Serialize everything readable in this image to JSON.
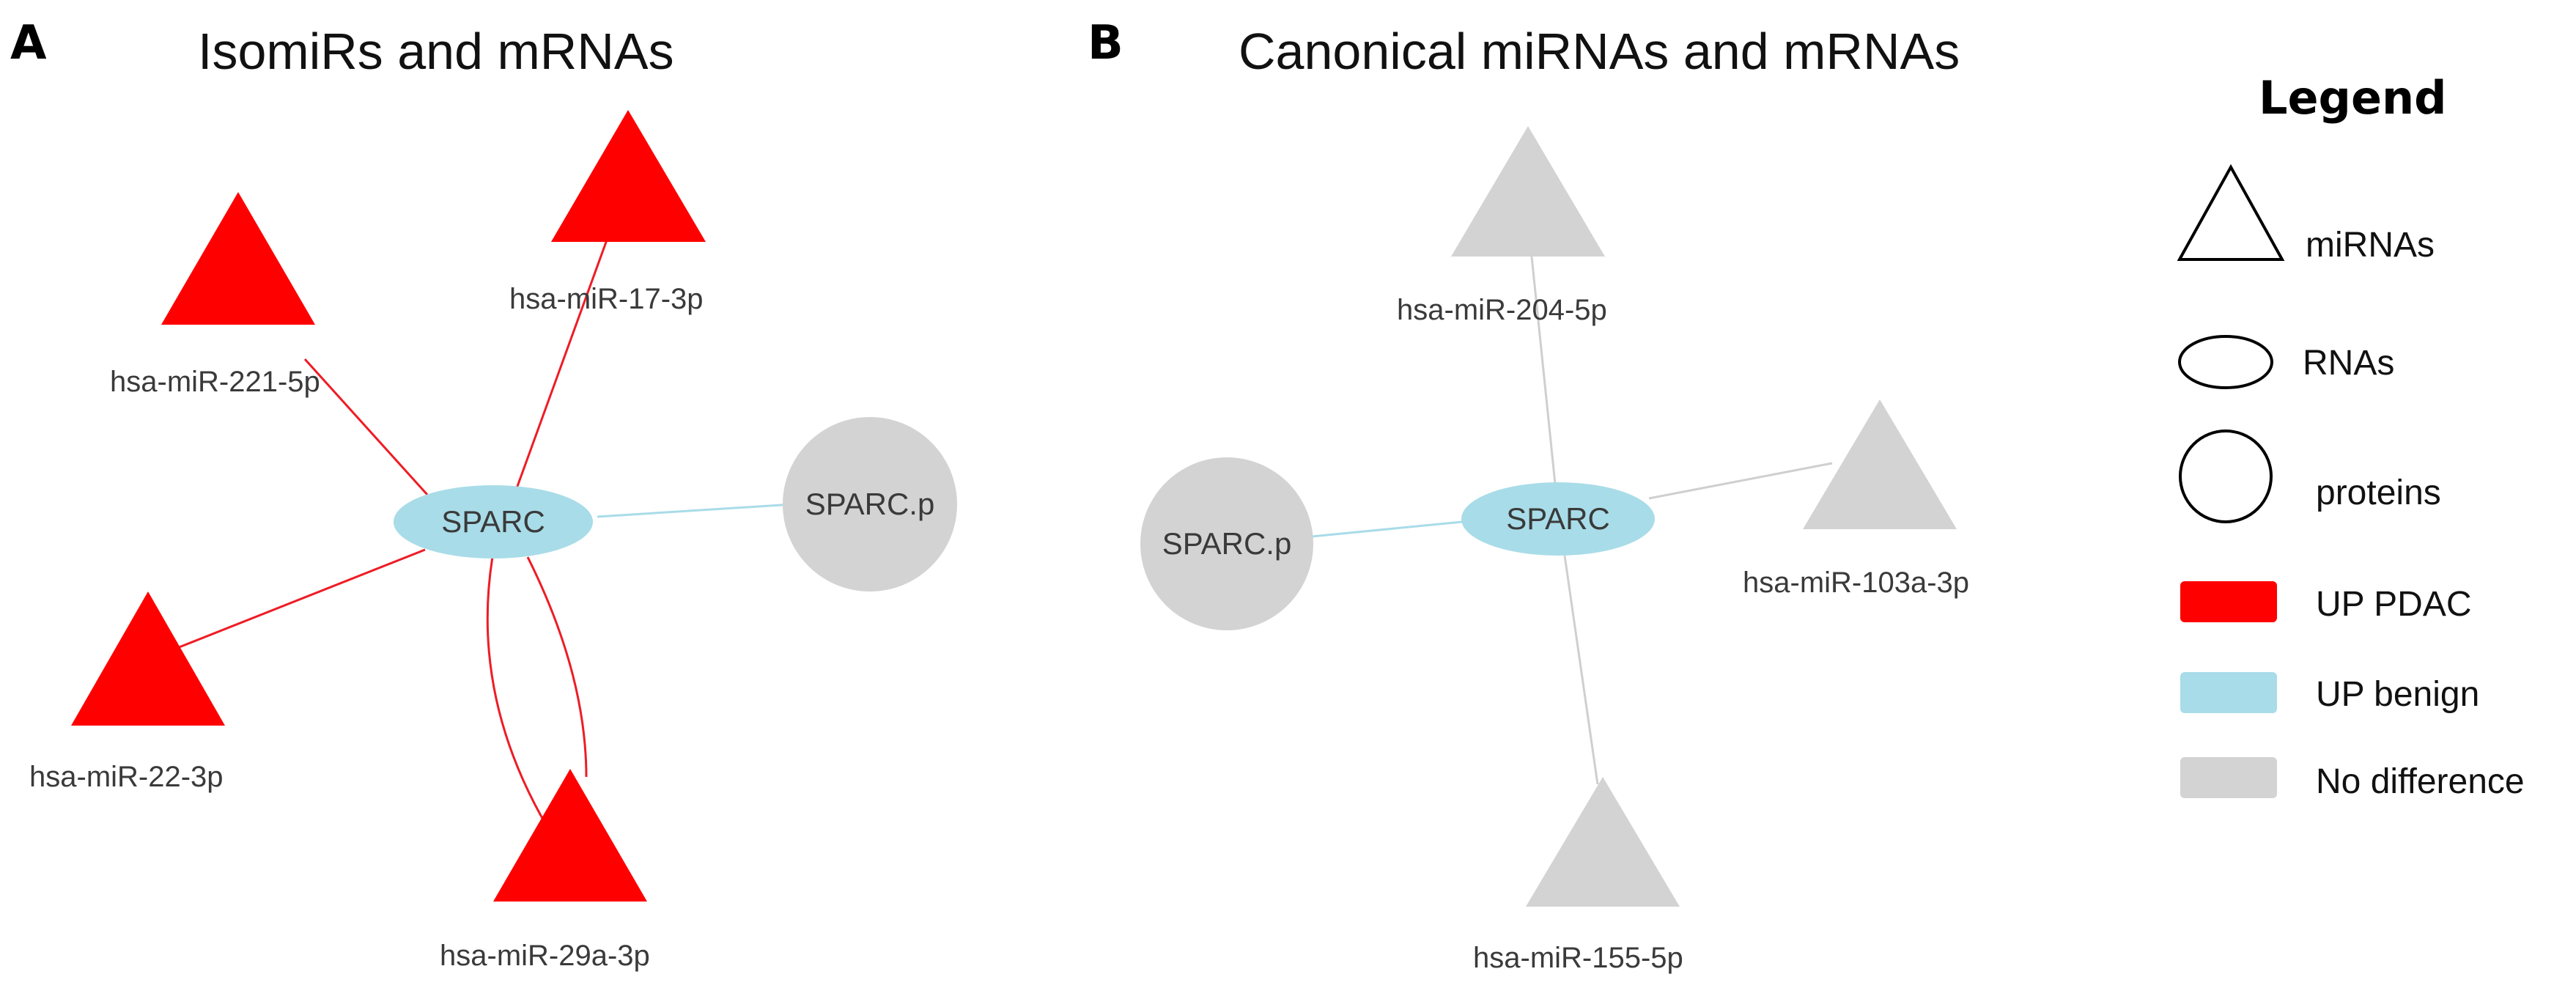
{
  "colors": {
    "up_pdac": "#ff0000",
    "up_benign": "#a8dce8",
    "no_difference": "#d3d3d3",
    "edge_red": "#ee1c25",
    "edge_blue": "#a8dce8",
    "edge_gray": "#cfcfcf"
  },
  "panels": [
    {
      "letter": "A",
      "title": "IsomiRs and mRNAs",
      "center": {
        "label": "SPARC",
        "status": "up_benign"
      },
      "nodes": [
        {
          "label": "hsa-miR-221-5p",
          "shape": "triangle",
          "status": "up_pdac"
        },
        {
          "label": "hsa-miR-17-3p",
          "shape": "triangle",
          "status": "up_pdac"
        },
        {
          "label": "SPARC.p",
          "shape": "circle",
          "status": "no_difference"
        },
        {
          "label": "hsa-miR-22-3p",
          "shape": "triangle",
          "status": "up_pdac"
        },
        {
          "label": "hsa-miR-29a-3p",
          "shape": "triangle",
          "status": "up_pdac"
        }
      ]
    },
    {
      "letter": "B",
      "title": "Canonical miRNAs and mRNAs",
      "center": {
        "label": "SPARC",
        "status": "up_benign"
      },
      "nodes": [
        {
          "label": "hsa-miR-204-5p",
          "shape": "triangle",
          "status": "no_difference"
        },
        {
          "label": "hsa-miR-103a-3p",
          "shape": "triangle",
          "status": "no_difference"
        },
        {
          "label": "SPARC.p",
          "shape": "circle",
          "status": "no_difference"
        },
        {
          "label": "hsa-miR-155-5p",
          "shape": "triangle",
          "status": "no_difference"
        }
      ]
    }
  ],
  "legend": {
    "title": "Legend",
    "shapes": [
      {
        "label": "miRNAs",
        "icon": "triangle-outline-icon"
      },
      {
        "label": "RNAs",
        "icon": "ellipse-outline-icon"
      },
      {
        "label": "proteins",
        "icon": "circle-outline-icon"
      }
    ],
    "colors": [
      {
        "label": "UP PDAC",
        "status": "up_pdac"
      },
      {
        "label": "UP benign",
        "status": "up_benign"
      },
      {
        "label": "No difference",
        "status": "no_difference"
      }
    ]
  }
}
